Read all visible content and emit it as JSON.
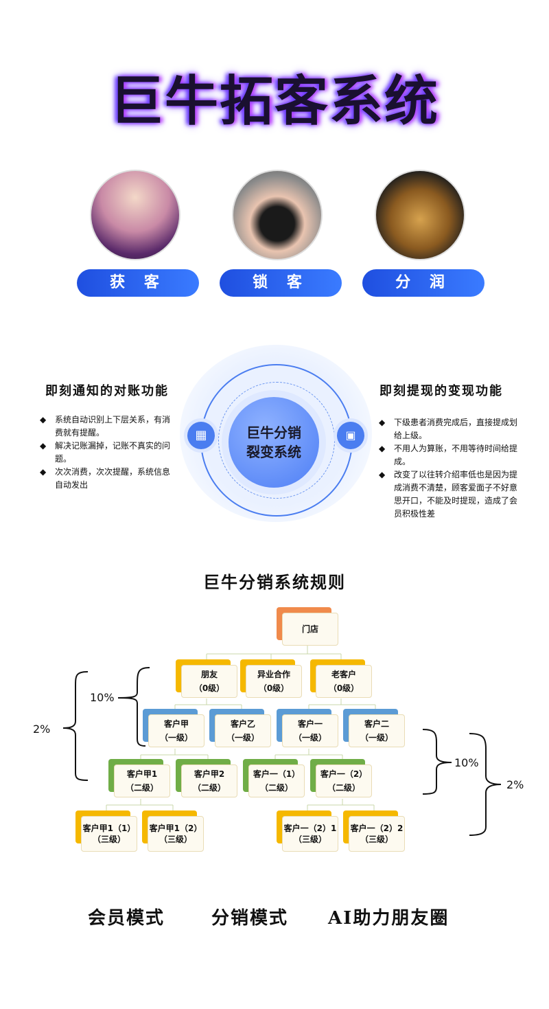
{
  "title": "巨牛拓客系统",
  "features": [
    {
      "label": "获 客",
      "image": "handshake"
    },
    {
      "label": "锁 客",
      "image": "card-payment"
    },
    {
      "label": "分 润",
      "image": "money-pile"
    }
  ],
  "center": {
    "line1": "巨牛分销",
    "line2": "裂变系统",
    "left_icon": "apps-icon",
    "right_icon": "contact-icon"
  },
  "left_panel": {
    "heading": "即刻通知的对账功能",
    "items": [
      "系统自动识别上下层关系，有消费就有提醒。",
      "解决记账漏掉，记账不真实的问题。",
      "次次消费，次次提醒，系统信息自动发出"
    ]
  },
  "right_panel": {
    "heading": "即刻提现的变现功能",
    "items": [
      "下级患者消费完成后，直接提成划给上级。",
      "不用人为算账，不用等待时间给提成。",
      "改变了以往转介绍率低也是因为提成消费不清楚，顾客爱面子不好意思开口，不能及时提现，造成了会员积极性差"
    ]
  },
  "rules": {
    "title": "巨牛分销系统规则",
    "root": "门店",
    "level0": [
      {
        "n": "朋友",
        "l": "（0级）"
      },
      {
        "n": "异业合作",
        "l": "（0级）"
      },
      {
        "n": "老客户",
        "l": "（0级）"
      }
    ],
    "level1": [
      {
        "n": "客户甲",
        "l": "（一级）"
      },
      {
        "n": "客户乙",
        "l": "（一级）"
      },
      {
        "n": "客户一",
        "l": "（一级）"
      },
      {
        "n": "客户二",
        "l": "（一级）"
      }
    ],
    "level2": [
      {
        "n": "客户甲1",
        "l": "（二级）"
      },
      {
        "n": "客户甲2",
        "l": "（二级）"
      },
      {
        "n": "客户一（1）",
        "l": "（二级）"
      },
      {
        "n": "客户一（2）",
        "l": "（二级）"
      }
    ],
    "level3": [
      {
        "n": "客户甲1（1）",
        "l": "（三级）"
      },
      {
        "n": "客户甲1（2）",
        "l": "（三级）"
      },
      {
        "n": "客户一（2）1",
        "l": "（三级）"
      },
      {
        "n": "客户一（2）2",
        "l": "（三级）"
      }
    ],
    "pct_left_inner": "10%",
    "pct_left_outer": "2%",
    "pct_right_inner": "10%",
    "pct_right_outer": "2%"
  },
  "modes": [
    "会员模式",
    "分销模式",
    "AI助力朋友圈"
  ]
}
